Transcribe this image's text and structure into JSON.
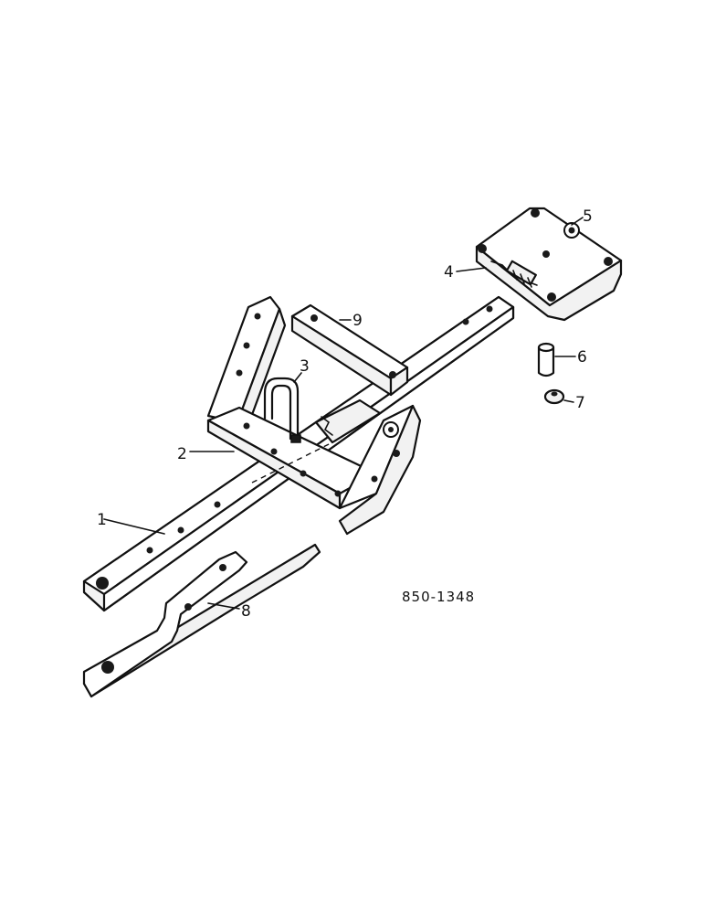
{
  "callouts": {
    "c1": "1",
    "c2": "2",
    "c3": "3",
    "c4": "4",
    "c5": "5",
    "c6": "6",
    "c7": "7",
    "c8": "8",
    "c9": "9"
  },
  "reference": "850-1348"
}
